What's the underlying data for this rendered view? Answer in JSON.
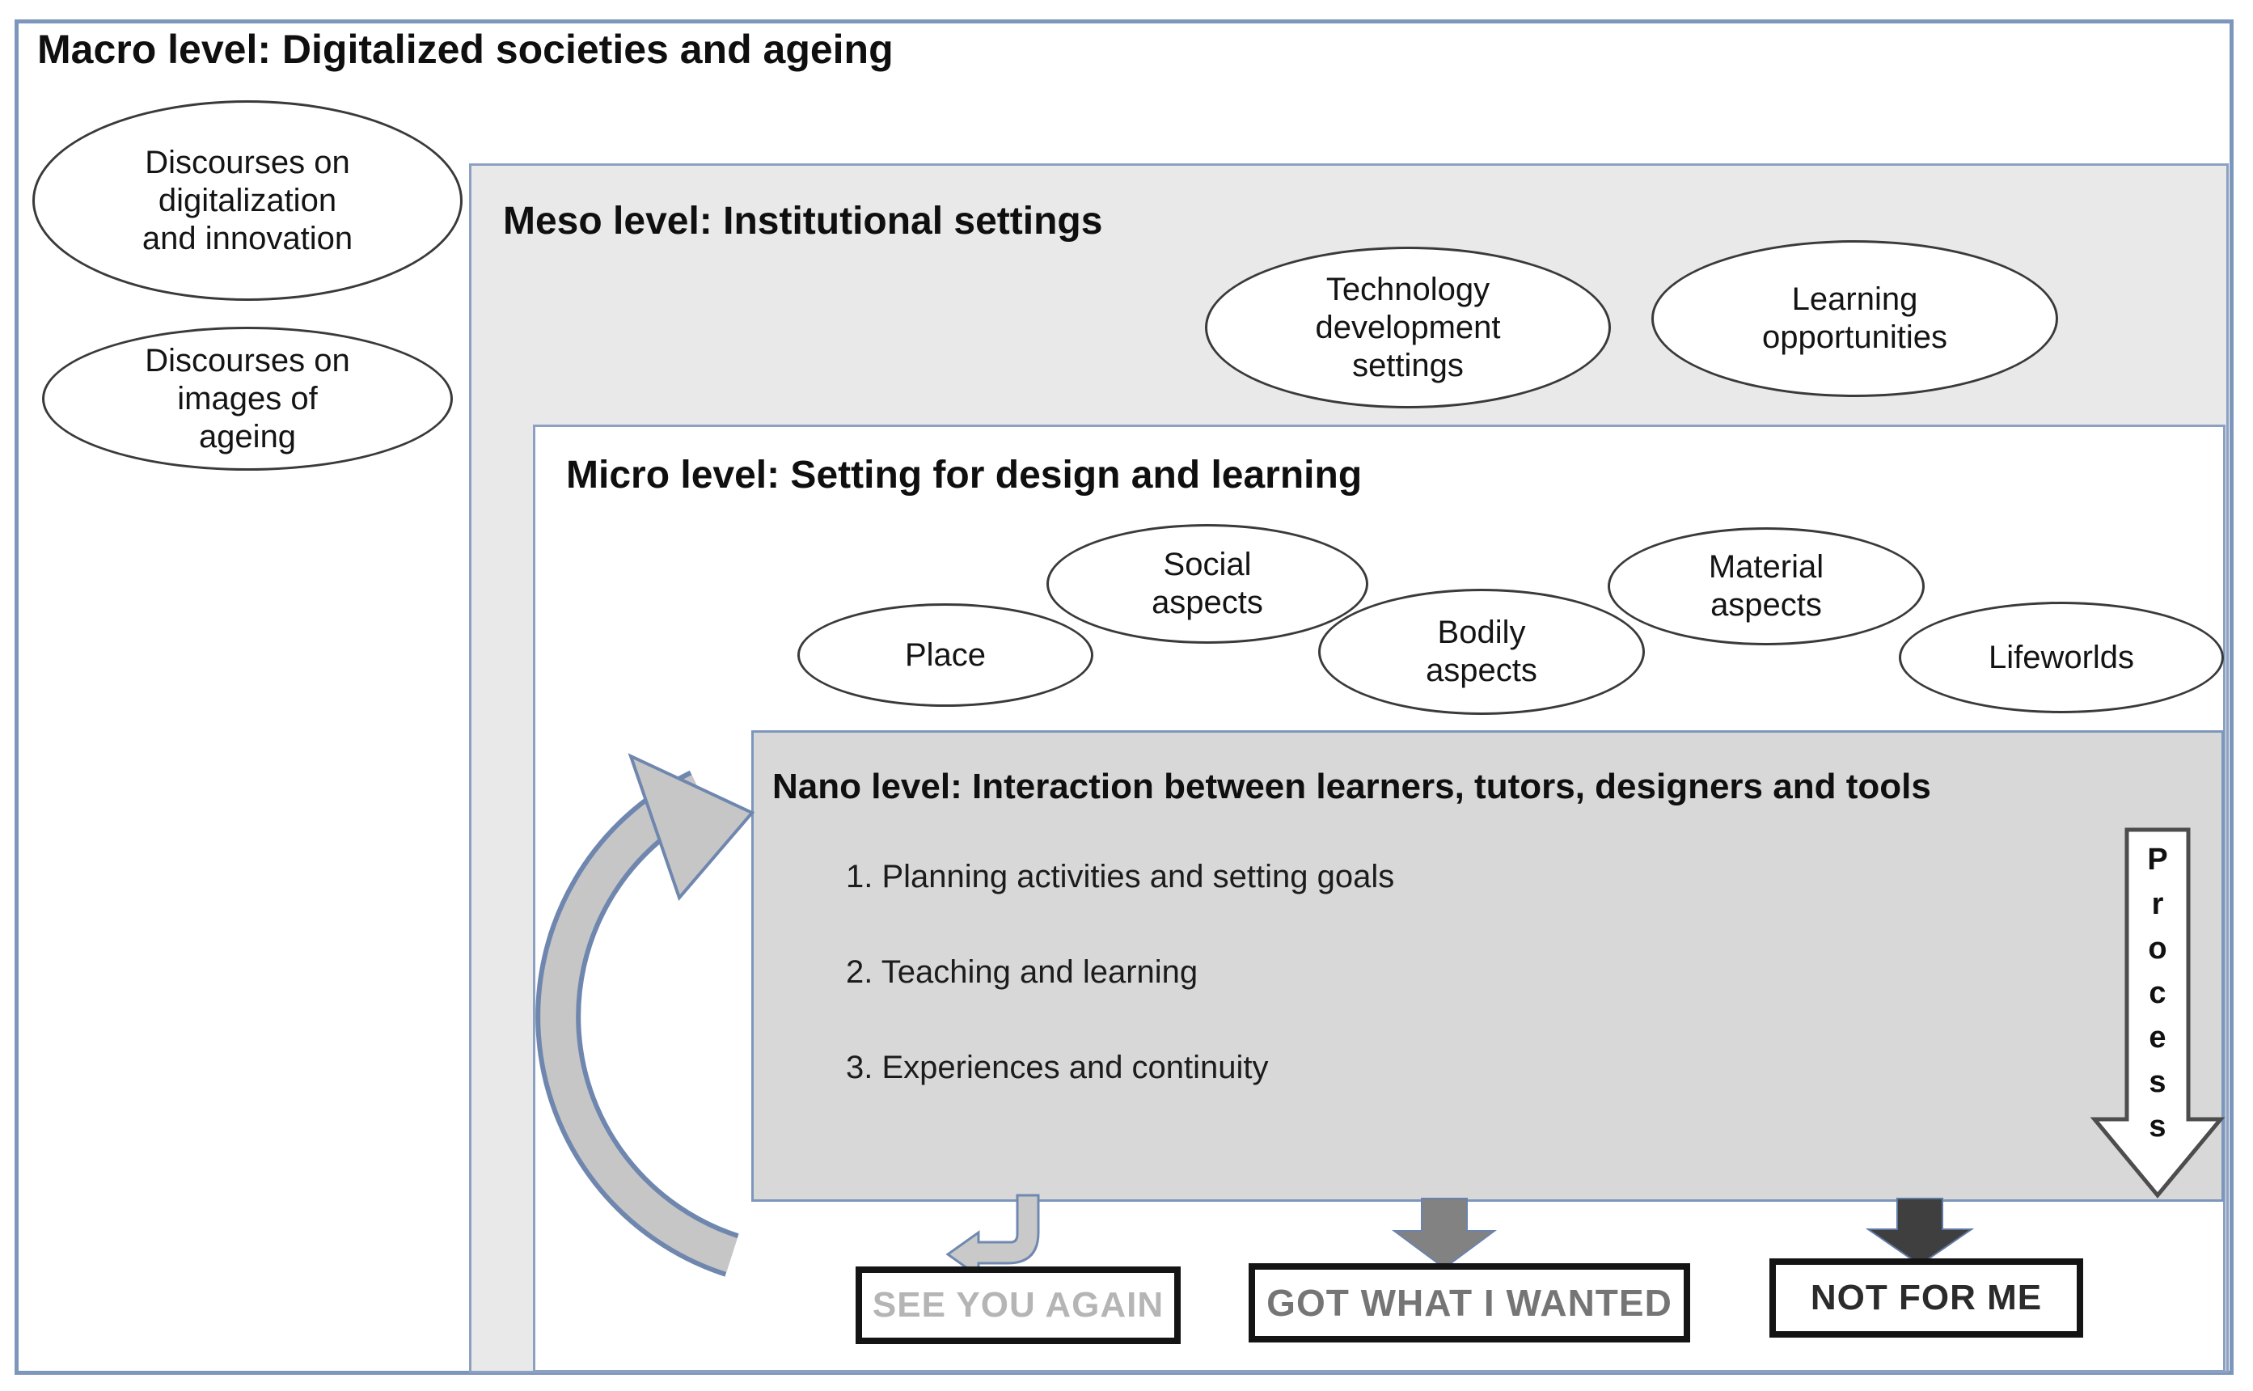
{
  "macro": {
    "title": "Macro level: Digitalized societies and ageing",
    "ellipses": [
      {
        "name": "discourses-digitalization",
        "lines": [
          "Discourses on",
          "digitalization",
          "and innovation"
        ]
      },
      {
        "name": "discourses-ageing",
        "lines": [
          "Discourses on",
          "images of",
          "ageing"
        ]
      }
    ]
  },
  "meso": {
    "title": "Meso level: Institutional settings",
    "ellipses": [
      {
        "name": "technology-development-settings",
        "lines": [
          "Technology",
          "development",
          "settings"
        ]
      },
      {
        "name": "learning-opportunities",
        "lines": [
          "Learning",
          "opportunities"
        ]
      }
    ]
  },
  "micro": {
    "title": "Micro level:  Setting for design and learning",
    "ellipses": [
      {
        "name": "place",
        "lines": [
          "Place"
        ]
      },
      {
        "name": "social-aspects",
        "lines": [
          "Social",
          "aspects"
        ]
      },
      {
        "name": "bodily-aspects",
        "lines": [
          "Bodily",
          "aspects"
        ]
      },
      {
        "name": "material-aspects",
        "lines": [
          "Material",
          "aspects"
        ]
      },
      {
        "name": "lifeworlds",
        "lines": [
          "Lifeworlds"
        ]
      }
    ]
  },
  "nano": {
    "title": "Nano level: Interaction between learners, tutors, designers and tools",
    "items": [
      "1. Planning activities and setting goals",
      "2. Teaching and learning",
      "3. Experiences and continuity"
    ]
  },
  "process_arrow": {
    "label": "Process",
    "letters": [
      "P",
      "r",
      "o",
      "c",
      "e",
      "s",
      "s"
    ]
  },
  "outcomes": [
    {
      "label": "SEE YOU AGAIN",
      "text_color": "#b5b5b5"
    },
    {
      "label": "GOT WHAT I WANTED",
      "text_color": "#757575"
    },
    {
      "label": "NOT FOR ME",
      "text_color": "#2b2b2b"
    }
  ],
  "colors": {
    "frame_border_blue": "#7d96bc",
    "meso_fill": "#e9e9e9",
    "nano_fill": "#d8d8d8",
    "ellipse_stroke": "#3a3a3a",
    "cycle_arrow_fill": "#c6c6c6",
    "return_arrow_fill": "#c9c9c9",
    "down_arrow_gray": "#828282",
    "down_arrow_dark": "#3f3f3f",
    "process_arrow_fill": "#ffffff",
    "process_arrow_stroke": "#4d4d4d",
    "outcome_border": "#141414"
  }
}
